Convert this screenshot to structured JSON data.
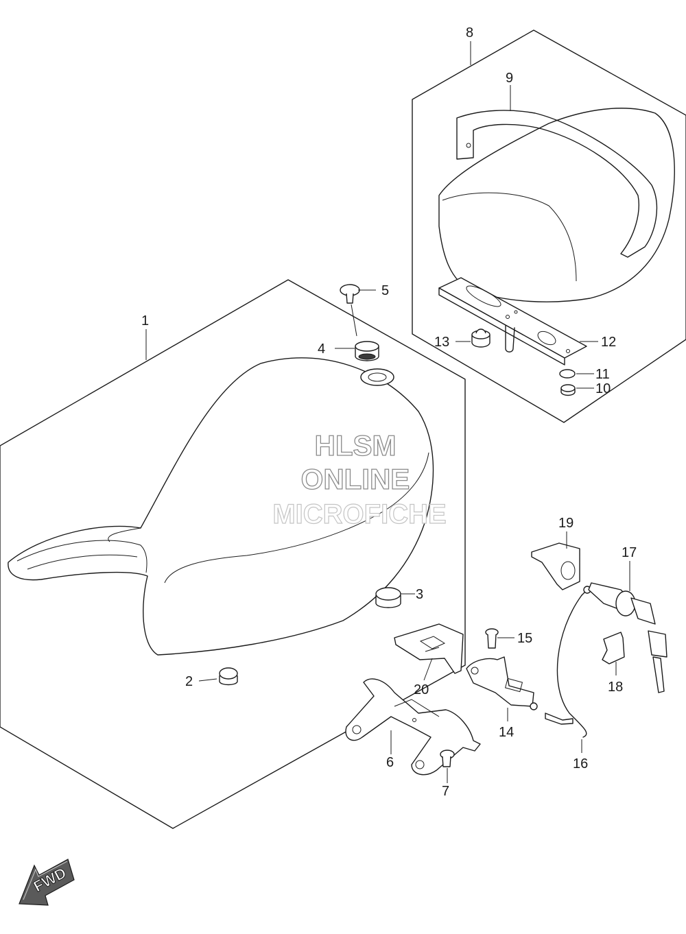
{
  "callouts": [
    "1",
    "2",
    "3",
    "4",
    "5",
    "6",
    "7",
    "8",
    "9",
    "10",
    "11",
    "12",
    "13",
    "14",
    "15",
    "16",
    "17",
    "18",
    "19",
    "20"
  ],
  "watermark": {
    "line1": "HLSM",
    "line2": "ONLINE",
    "line3": "MICROFICHE"
  },
  "fwd_label": "FWD",
  "colors": {
    "line": "#1a1a1a",
    "watermark_stroke": "#8a8a8a",
    "background": "#ffffff"
  }
}
